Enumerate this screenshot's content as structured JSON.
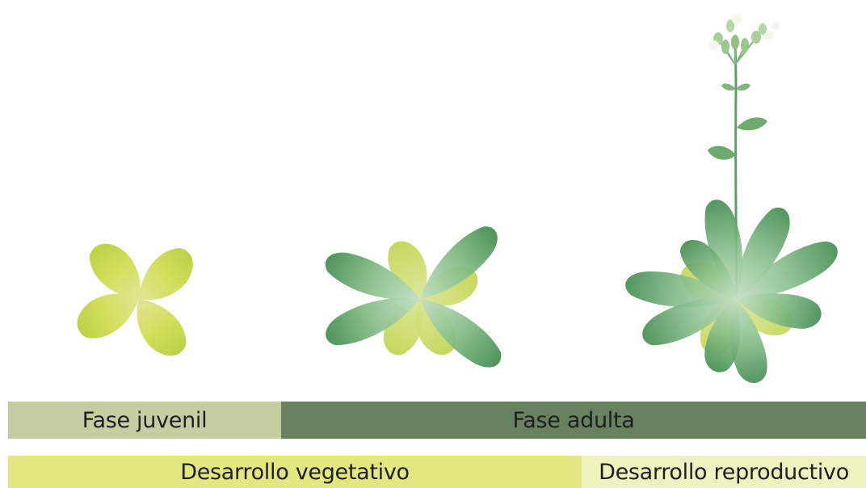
{
  "phases": {
    "juvenile_label": "Fase juvenil",
    "adult_label": "Fase adulta"
  },
  "development": {
    "vegetative_label": "Desarrollo vegetativo",
    "reproductive_label": "Desarrollo reproductivo"
  },
  "colors": {
    "juvenile_leaf": "#d6e063",
    "adult_leaf": "#6aa873",
    "juvenile_bar": "#c5cea3",
    "adult_bar": "#68825f",
    "vegetative_bar": "#e3e77f",
    "reproductive_bar": "#eef2be"
  }
}
